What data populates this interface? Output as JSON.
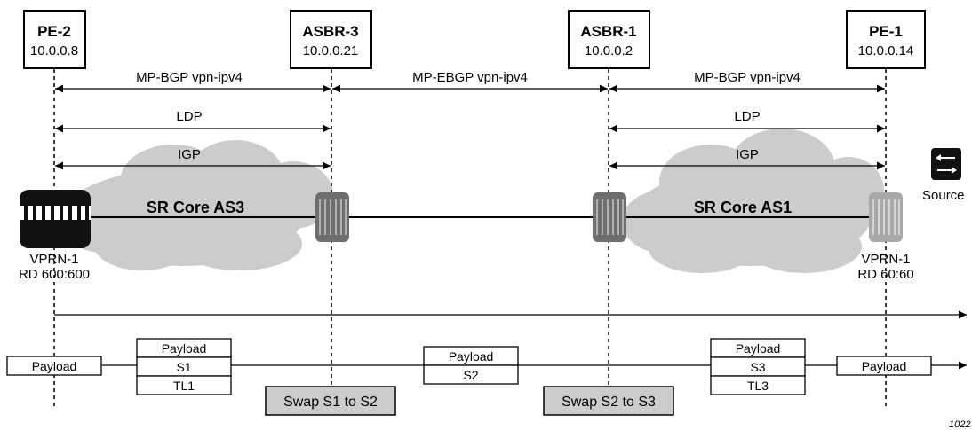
{
  "nodes": {
    "pe2": {
      "name": "PE-2",
      "ip": "10.0.0.8"
    },
    "asbr3": {
      "name": "ASBR-3",
      "ip": "10.0.0.21"
    },
    "asbr1": {
      "name": "ASBR-1",
      "ip": "10.0.0.2"
    },
    "pe1": {
      "name": "PE-1",
      "ip": "10.0.0.14"
    }
  },
  "sessions": {
    "left_bgp": "MP-BGP vpn-ipv4",
    "middle_ebgp": "MP-EBGP vpn-ipv4",
    "right_bgp": "MP-BGP vpn-ipv4",
    "left_ldp": "LDP",
    "right_ldp": "LDP",
    "left_igp": "IGP",
    "right_igp": "IGP"
  },
  "clouds": {
    "left": "SR Core AS3",
    "right": "SR Core AS1"
  },
  "vprn": {
    "left": {
      "name": "VPRN-1",
      "rd": "RD 600:600"
    },
    "right": {
      "name": "VPRN-1",
      "rd": "RD 60:60"
    }
  },
  "source_label": "Source",
  "packets": {
    "p1": [
      "Payload"
    ],
    "p2": [
      "Payload",
      "S1",
      "TL1"
    ],
    "p3": [
      "Payload",
      "S2"
    ],
    "p4": [
      "Payload",
      "S3",
      "TL3"
    ],
    "p5": [
      "Payload"
    ]
  },
  "swaps": {
    "left": "Swap S1 to S2",
    "right": "Swap S2 to S3"
  },
  "figure_id": "1022"
}
